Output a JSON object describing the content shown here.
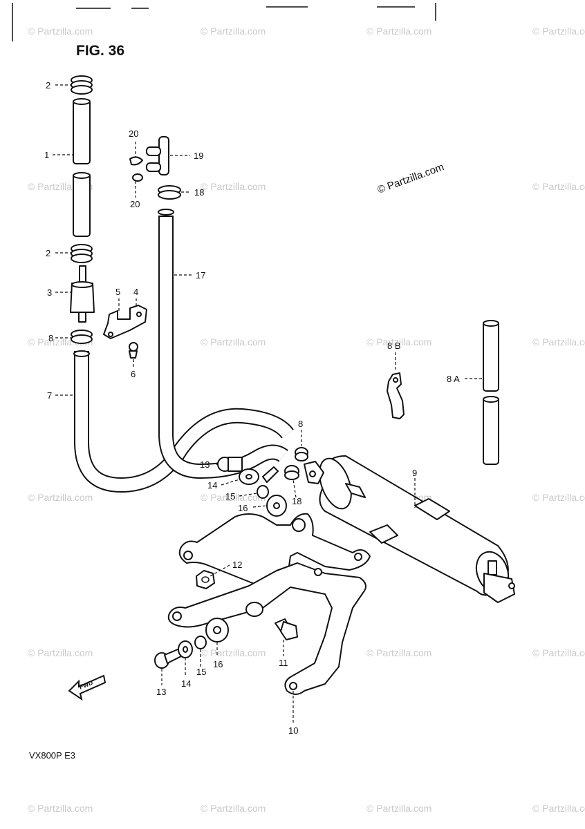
{
  "figure": {
    "title": "FIG. 36",
    "model": "VX800P  E3"
  },
  "watermark": {
    "main": "© Partzilla.com",
    "tile": "© Partzilla.com"
  },
  "fwd_label": "FWD",
  "callouts": {
    "c1": "1",
    "c2a": "2",
    "c2b": "2",
    "c3": "3",
    "c4": "4",
    "c5": "5",
    "c6": "6",
    "c7": "7",
    "c8a": "8",
    "c8b": "8",
    "c8A": "8 A",
    "c8B": "8 B",
    "c9": "9",
    "c10": "10",
    "c11": "11",
    "c12": "12",
    "c13a": "13",
    "c13b": "13",
    "c14a": "14",
    "c14b": "14",
    "c15a": "15",
    "c15b": "15",
    "c16a": "16",
    "c16b": "16",
    "c17": "17",
    "c18a": "18",
    "c18b": "18",
    "c19": "19",
    "c20a": "20",
    "c20b": "20"
  }
}
